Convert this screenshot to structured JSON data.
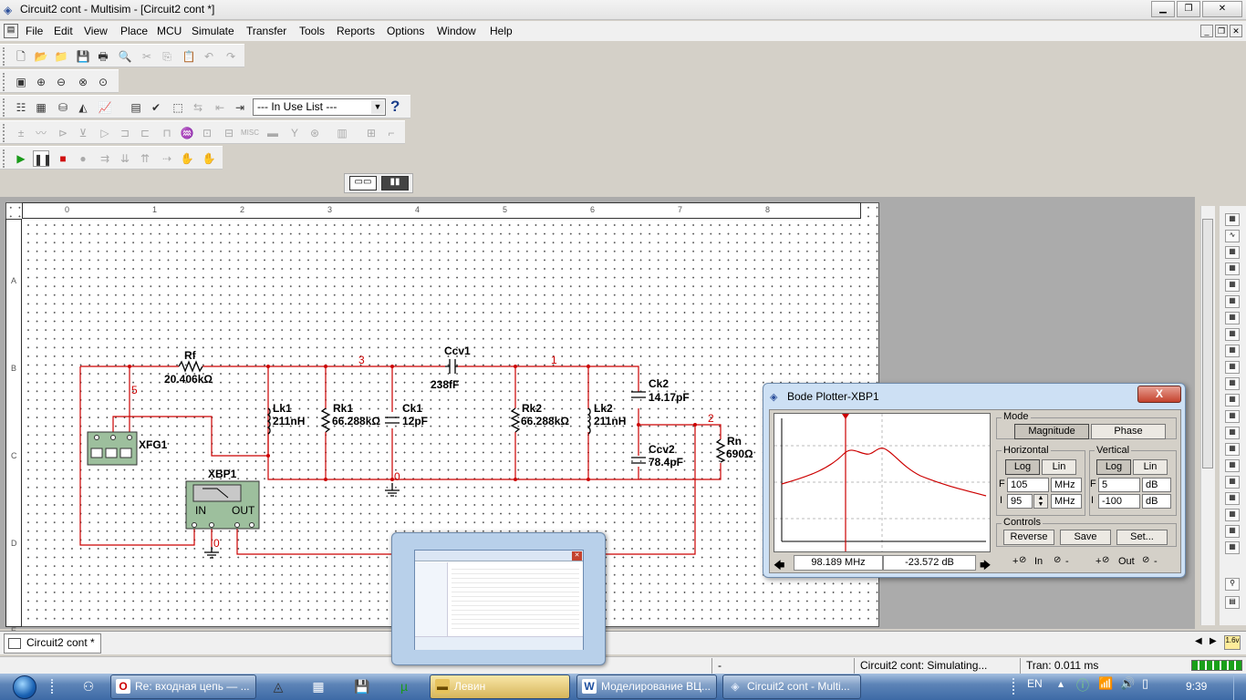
{
  "window": {
    "title": "Circuit2 cont - Multisim - [Circuit2 cont *]"
  },
  "menu": {
    "items": [
      "File",
      "Edit",
      "View",
      "Place",
      "MCU",
      "Simulate",
      "Transfer",
      "Tools",
      "Reports",
      "Options",
      "Window",
      "Help"
    ]
  },
  "toolbar": {
    "in_use_list": "--- In Use List ---",
    "help": "?"
  },
  "schematic": {
    "ruler_top": [
      "0",
      "1",
      "2",
      "3",
      "4",
      "5",
      "6",
      "7",
      "8"
    ],
    "ruler_left": [
      "A",
      "B",
      "C",
      "D",
      "E"
    ],
    "components": {
      "rf_name": "Rf",
      "rf_value": "20.406kΩ",
      "ccv1_name": "Ccv1",
      "ccv1_value": "238fF",
      "lk1_name": "Lk1",
      "lk1_value": "211nH",
      "rk1_name": "Rk1",
      "rk1_value": "66.288kΩ",
      "ck1_name": "Ck1",
      "ck1_value": "12pF",
      "rk2_name": "Rk2",
      "rk2_value": "66.288kΩ",
      "lk2_name": "Lk2",
      "lk2_value": "211nH",
      "ck2_name": "Ck2",
      "ck2_value": "14.17pF",
      "ccv2_name": "Ccv2",
      "ccv2_value": "78.4pF",
      "rn_name": "Rn",
      "rn_value": "690Ω",
      "xfg_name": "XFG1",
      "xbp_name": "XBP1",
      "xbp_in": "IN",
      "xbp_out": "OUT"
    },
    "nets": {
      "n5": "5",
      "n3": "3",
      "n1": "1",
      "n2": "2",
      "n0a": "0",
      "n0b": "0"
    }
  },
  "bode": {
    "title": "Bode Plotter-XBP1",
    "close": "X",
    "mode_label": "Mode",
    "magnitude": "Magnitude",
    "phase": "Phase",
    "horizontal_label": "Horizontal",
    "vertical_label": "Vertical",
    "log": "Log",
    "lin": "Lin",
    "h_f_label": "F",
    "h_f_value": "105",
    "h_f_unit": "MHz",
    "h_i_label": "I",
    "h_i_value": "95",
    "h_i_unit": "MHz",
    "v_f_label": "F",
    "v_f_value": "5",
    "v_f_unit": "dB",
    "v_i_label": "I",
    "v_i_value": "-100",
    "v_i_unit": "dB",
    "controls_label": "Controls",
    "reverse": "Reverse",
    "save": "Save",
    "set": "Set...",
    "readout_freq": "98.189 MHz",
    "readout_db": "-23.572 dB",
    "term_in": "In",
    "term_out": "Out",
    "plus": "+",
    "minus": "-"
  },
  "tabs": {
    "active": "Circuit2 cont *"
  },
  "status": {
    "dash": "-",
    "simulating": "Circuit2 cont: Simulating...",
    "tran": "Tran: 0.011 ms"
  },
  "taskbar": {
    "tasks": [
      "Re: входная цепь — ...",
      "Левин",
      "Моделирование ВЦ...",
      "Circuit2 cont - Multi..."
    ],
    "lang": "EN",
    "clock": "9:39"
  }
}
